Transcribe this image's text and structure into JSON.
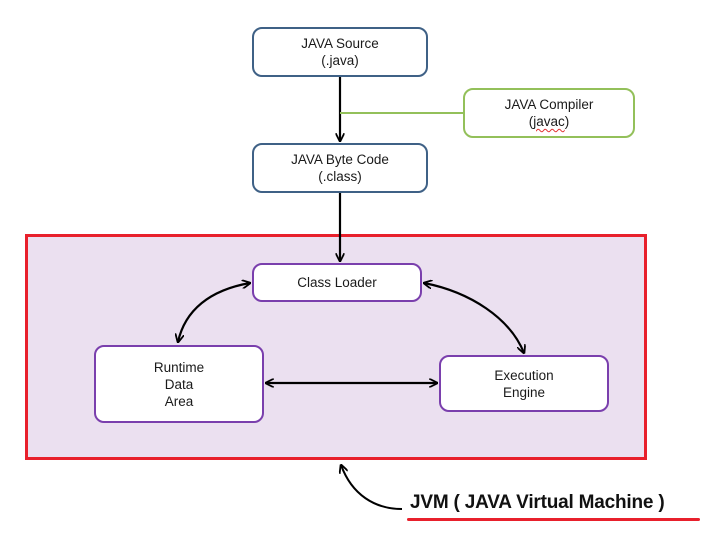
{
  "diagram": {
    "title": "JVM architecture and Java compilation flow",
    "colors": {
      "source_border": "#3f6186",
      "compiler_border": "#93c05a",
      "jvm_component_border": "#7a3fad",
      "jvm_region_fill": "#ebe0f0",
      "jvm_region_border": "#e8202c",
      "arrow": "#000000"
    },
    "nodes": {
      "java_source": {
        "line1": "JAVA Source",
        "line2": "(.java)"
      },
      "java_compiler": {
        "line1": "JAVA Compiler",
        "line2_prefix": "(",
        "line2_word": "javac",
        "line2_suffix": ")"
      },
      "byte_code": {
        "line1": "JAVA Byte Code",
        "line2": "(.class)"
      },
      "class_loader": {
        "line1": "Class Loader"
      },
      "runtime_data_area": {
        "line1": "Runtime",
        "line2": "Data",
        "line3": "Area"
      },
      "execution_engine": {
        "line1": "Execution",
        "line2": "Engine"
      }
    },
    "edges": [
      {
        "from": "java_source",
        "to": "byte_code",
        "type": "arrow"
      },
      {
        "from": "java_compiler",
        "to": "java_source->byte_code",
        "type": "connector"
      },
      {
        "from": "byte_code",
        "to": "class_loader",
        "type": "arrow"
      },
      {
        "from": "class_loader",
        "to": "runtime_data_area",
        "type": "bidirectional"
      },
      {
        "from": "class_loader",
        "to": "execution_engine",
        "type": "bidirectional"
      },
      {
        "from": "runtime_data_area",
        "to": "execution_engine",
        "type": "bidirectional"
      },
      {
        "from": "jvm_label",
        "to": "jvm_region",
        "type": "arrow"
      }
    ],
    "jvm_label": "JVM ( JAVA Virtual Machine )"
  }
}
